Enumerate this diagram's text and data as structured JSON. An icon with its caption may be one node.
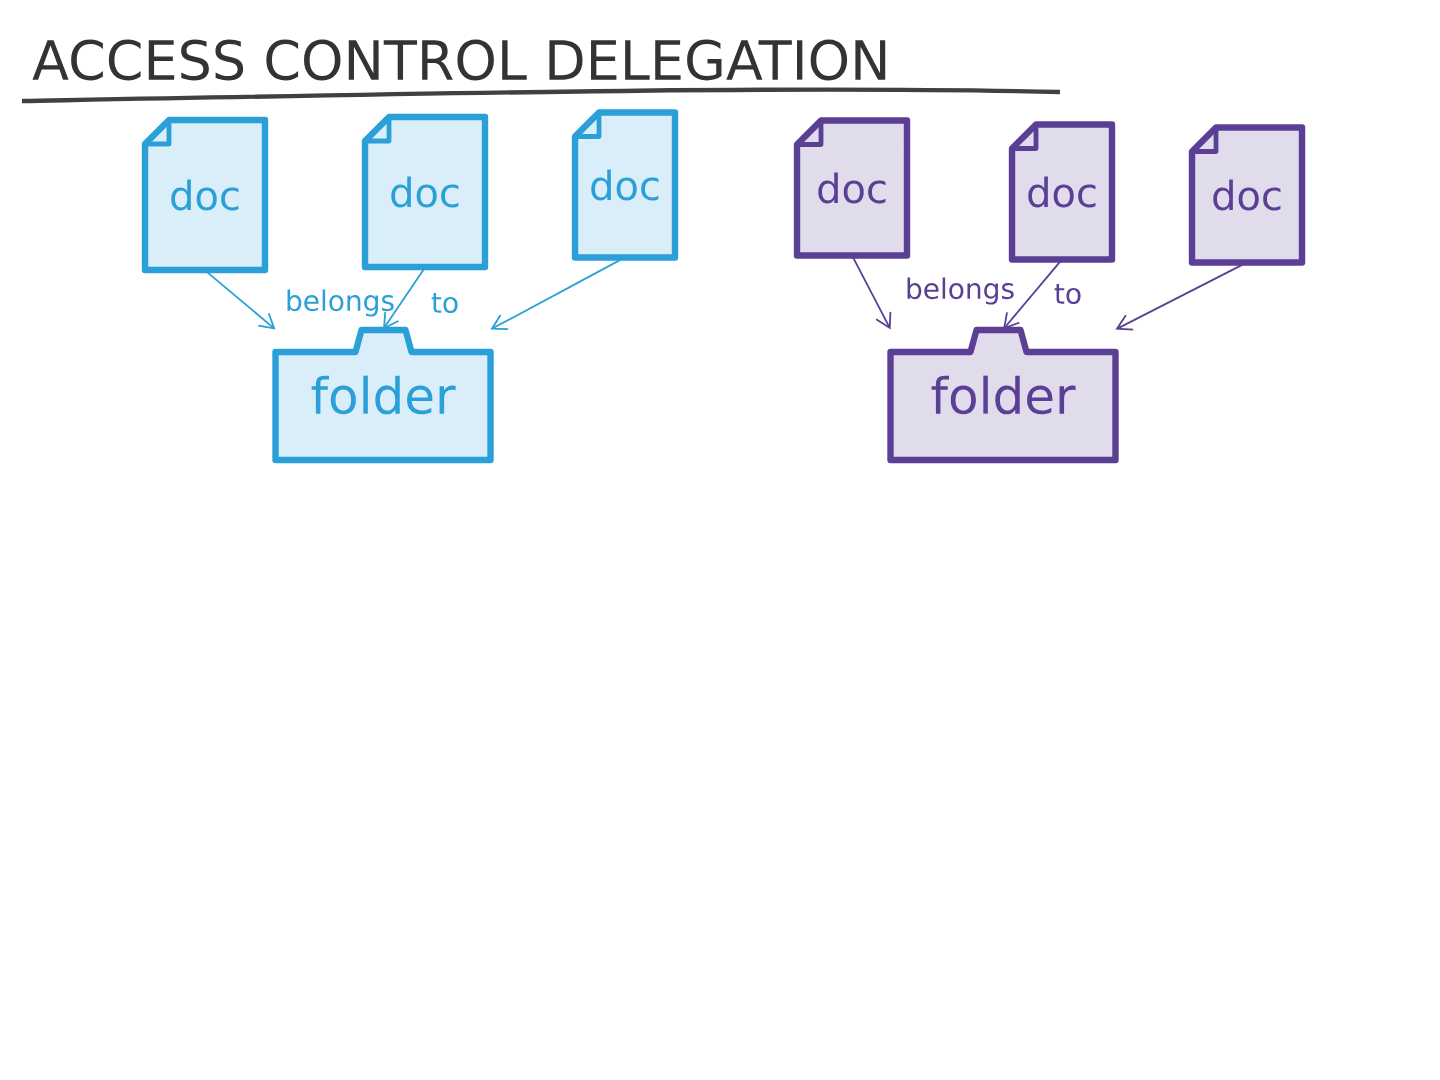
{
  "diagram": {
    "title": "ACCESS CONTROL DELEGATION",
    "nodes": [
      {
        "text": [
          "doc"
        ]
      },
      {
        "text": [
          "doc"
        ]
      },
      {
        "text": [
          "doc"
        ]
      },
      {
        "text": [
          "folder"
        ]
      },
      {
        "text": [
          "doc"
        ]
      },
      {
        "text": [
          "doc"
        ]
      },
      {
        "text": [
          "doc"
        ]
      },
      {
        "text": [
          "folder"
        ]
      }
    ],
    "edges": [
      {
        "from": 0,
        "to": 3,
        "arrow": "to"
      },
      {
        "from": 1,
        "to": 3,
        "arrow": "to"
      },
      {
        "from": 2,
        "to": 3,
        "arrow": "to"
      },
      {
        "from": 4,
        "to": 7,
        "arrow": "to",
        "color": "#5b3f95"
      },
      {
        "from": 5,
        "to": 7,
        "arrow": "to",
        "color": "#5b3f95"
      },
      {
        "from": 6,
        "to": 7,
        "arrow": "to",
        "color": "#5b3f95"
      }
    ],
    "labels": [
      "belongs",
      "to",
      "belongs",
      "to"
    ]
  }
}
